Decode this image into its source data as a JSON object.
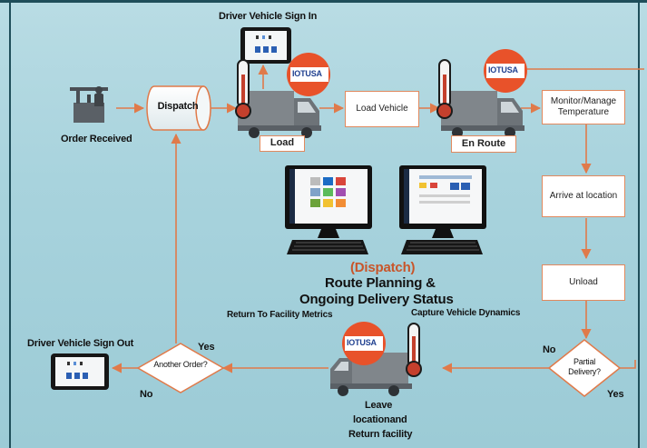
{
  "labels": {
    "top_cutoff": "...",
    "driver_sign_in": "Driver Vehicle Sign In",
    "order_received": "Order Received",
    "dispatch_cyl": "Dispatch",
    "load_tag": "Load",
    "load_vehicle": "Load Vehicle",
    "en_route": "En Route",
    "monitor": "Monitor/Manage Temperature",
    "arrive": "Arrive at location",
    "unload": "Unload",
    "partial": "Partial Delivery?",
    "no_partial": "No",
    "yes_partial": "Yes",
    "dispatch_paren": "(Dispatch)",
    "route_planning": "Route Planning &",
    "ongoing": "Ongoing Delivery Status",
    "return_metrics": "Return To Facility Metrics",
    "capture": "Capture Vehicle Dynamics",
    "leave": "Leave",
    "location_and": "locationand",
    "return_facility": "Return facility",
    "another_order": "Another Order?",
    "yes_order": "Yes",
    "no_order": "No",
    "driver_sign_out": "Driver Vehicle Sign Out",
    "iotusa_1": "IOTUSA",
    "iotusa_2": "IOTUSA",
    "iotusa_3": "IOTUSA"
  },
  "colors": {
    "arrow": "#e07a4a",
    "badge": "#e8522a",
    "background": "#a8d3dd",
    "truck": "#7d8287",
    "screen": "#111111"
  },
  "icons": [
    "worker-desk-icon",
    "dispatch-cylinder",
    "truck-icon",
    "thermometer-icon",
    "tablet-icon",
    "monitor-icon",
    "keyboard-icon",
    "iotusa-badge"
  ]
}
